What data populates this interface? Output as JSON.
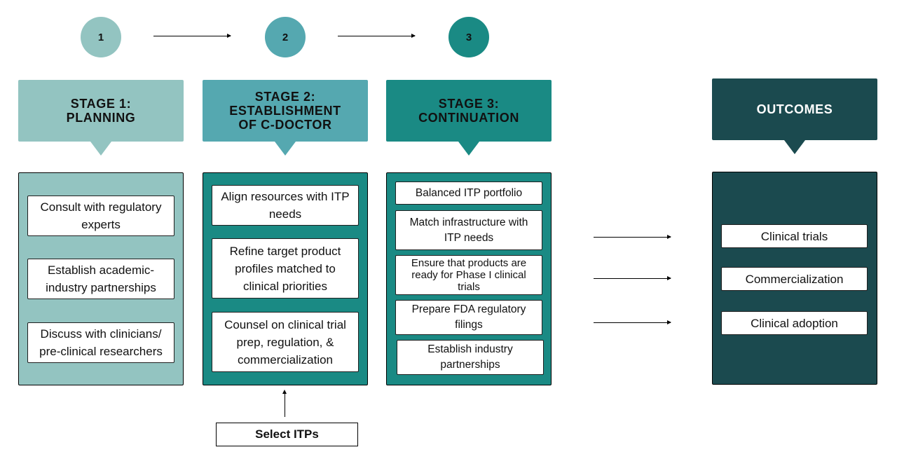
{
  "steps": [
    "1",
    "2",
    "3"
  ],
  "colors": {
    "stage1": "#93c4c1",
    "stage2": "#55a8b0",
    "stage3": "#1a8a84",
    "outcomes": "#1b4a4f"
  },
  "stage1": {
    "title_line1": "STAGE 1:",
    "title_line2": "PLANNING",
    "items": [
      "Consult with regulatory experts",
      "Establish academic-industry partnerships",
      "Discuss with clinicians/ pre-clinical researchers"
    ]
  },
  "stage2": {
    "title_line1": "STAGE 2:",
    "title_line2": "ESTABLISHMENT",
    "title_line3": "OF C-DOCTOR",
    "items": [
      "Align resources with ITP needs",
      "Refine target product profiles matched to clinical priorities",
      "Counsel on clinical trial prep, regulation, & commercialization"
    ],
    "input_label": "Select ITPs"
  },
  "stage3": {
    "title_line1": "STAGE 3:",
    "title_line2": "CONTINUATION",
    "items": [
      "Balanced ITP portfolio",
      "Match infrastructure with ITP needs",
      "Ensure that products are ready for Phase I clinical trials",
      "Prepare FDA regulatory filings",
      "Establish industry partnerships"
    ]
  },
  "outcomes": {
    "title": "OUTCOMES",
    "items": [
      "Clinical trials",
      "Commercialization",
      "Clinical adoption"
    ]
  }
}
